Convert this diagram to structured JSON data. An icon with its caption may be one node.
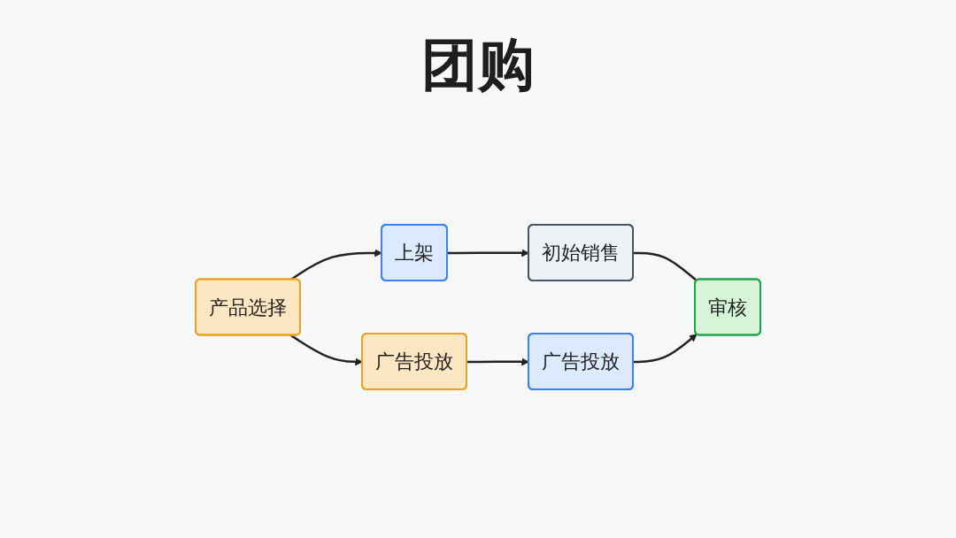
{
  "diagram": {
    "title": "团购",
    "nodes": [
      {
        "text": [
          "产品选择"
        ]
      },
      {
        "text": [
          "上架"
        ]
      },
      {
        "text": [
          "初始销售"
        ]
      },
      {
        "text": [
          "广告投放"
        ]
      },
      {
        "text": [
          "广告投放"
        ]
      },
      {
        "text": [
          "审核"
        ]
      }
    ],
    "edges": [
      {
        "from": 0,
        "to": 1,
        "arrow": "to"
      },
      {
        "from": 1,
        "to": 2,
        "arrow": "to"
      },
      {
        "from": 2,
        "to": 5,
        "arrow": "none"
      },
      {
        "from": 0,
        "to": 3,
        "arrow": "to"
      },
      {
        "from": 3,
        "to": 4,
        "arrow": "to"
      },
      {
        "from": 4,
        "to": 5,
        "arrow": "to"
      }
    ]
  }
}
